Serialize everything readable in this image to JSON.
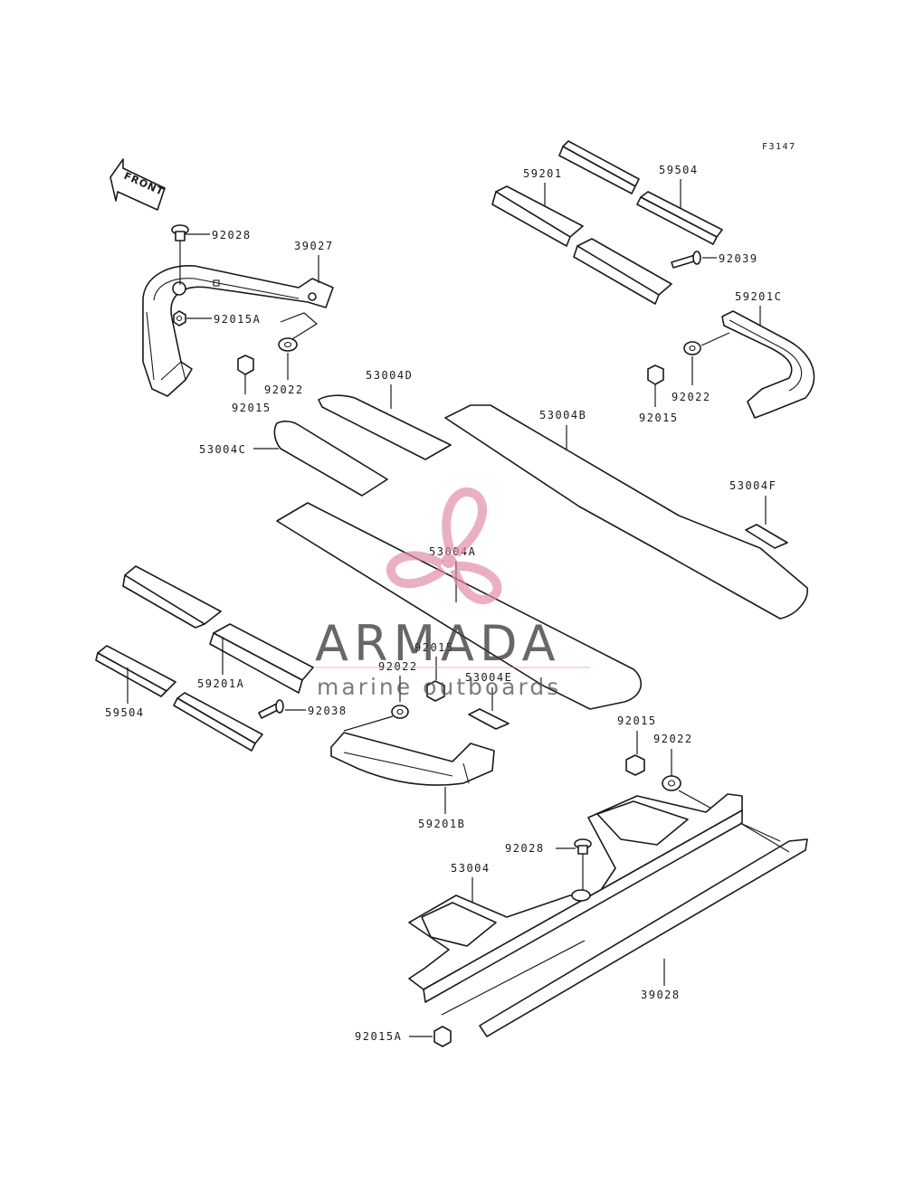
{
  "diagram": {
    "ref_code": "F3147",
    "front_label": "FRONT",
    "parts": {
      "p92028_top": "92028",
      "p39027": "39027",
      "p92015a_top": "92015A",
      "p92015_left": "92015",
      "p92022_left": "92022",
      "p59201": "59201",
      "p59504_top": "59504",
      "p92039": "92039",
      "p59201c": "59201C",
      "p92022_right": "92022",
      "p92015_right": "92015",
      "p53004d": "53004D",
      "p53004b": "53004B",
      "p53004c": "53004C",
      "p53004f": "53004F",
      "p53004a": "53004A",
      "p59201a": "59201A",
      "p59504_left": "59504",
      "p92038": "92038",
      "p92022_mid": "92022",
      "p92015_mid": "92015",
      "p53004e": "53004E",
      "p59201b": "59201B",
      "p92015_low": "92015",
      "p92022_low": "92022",
      "p92028_low": "92028",
      "p53004": "53004",
      "p39028": "39028",
      "p92015a_low": "92015A"
    }
  },
  "watermark": {
    "brand": "ARMADA",
    "tagline": "marine outboards",
    "accent_color": "#e28aa8",
    "text_color": "#3a3a3a"
  }
}
